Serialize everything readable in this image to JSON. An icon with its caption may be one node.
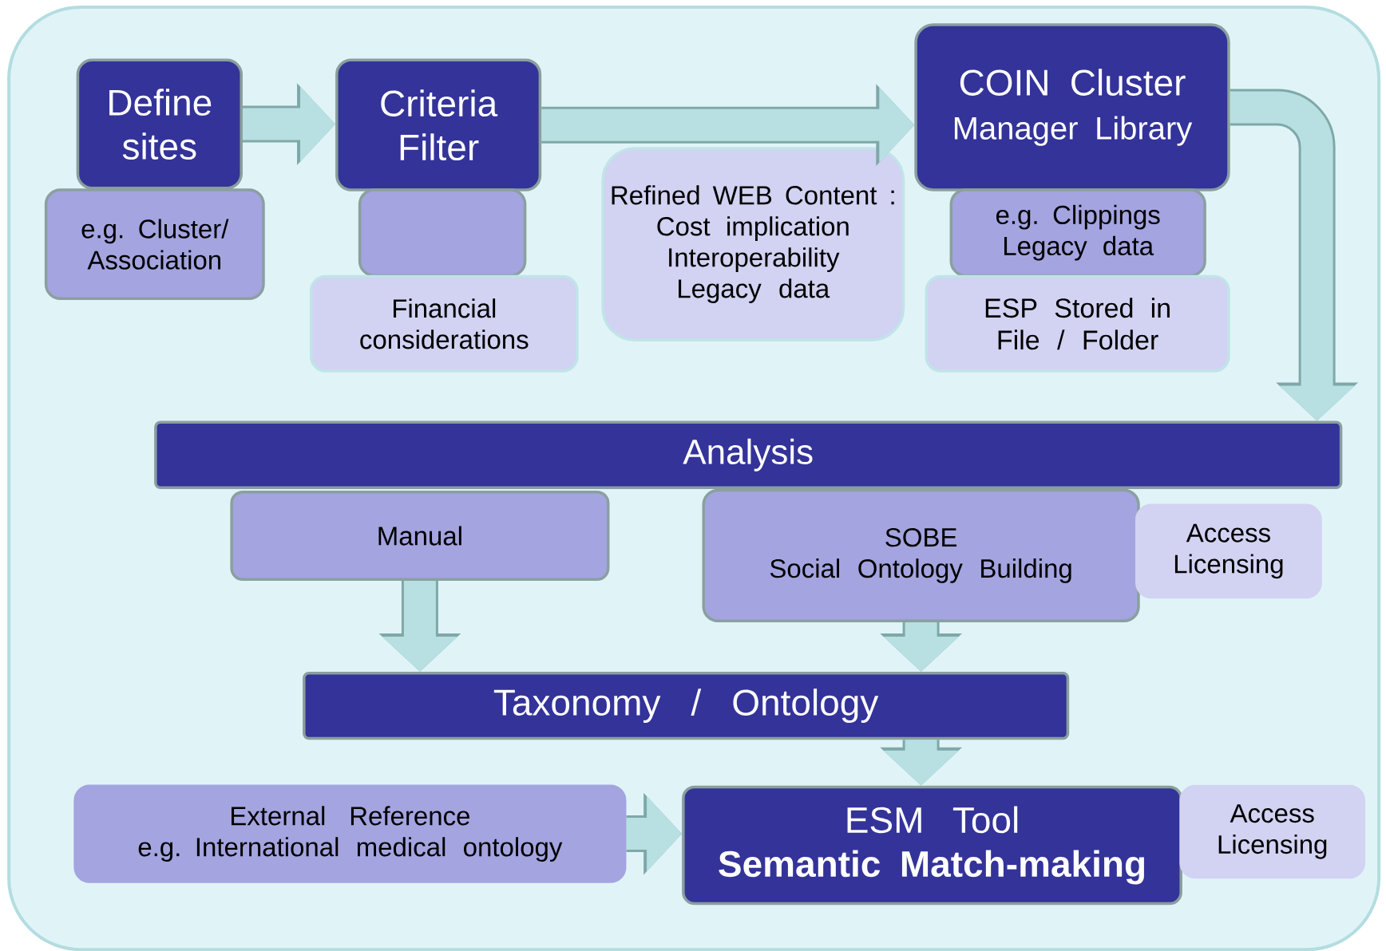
{
  "diagram": {
    "nodes": [
      {
        "text": [
          "Define sites"
        ]
      },
      {
        "text": [
          "e.g. Cluster/ Association"
        ]
      },
      {
        "text": [
          "Criteria Filter"
        ]
      },
      {
        "text": [],
        "shape": "box"
      },
      {
        "text": [
          "Financial considerations"
        ]
      },
      {
        "text": [
          "Refined WEB Content :",
          "Cost implication",
          "Interoperability",
          "Legacy data"
        ]
      },
      {
        "text": [
          "COIN Cluster",
          "Manager Library"
        ]
      },
      {
        "text": [
          "e.g. Clippings",
          "Legacy data"
        ]
      },
      {
        "text": [
          "ESP Stored in File / Folder"
        ]
      },
      {
        "text": [
          "Analysis"
        ]
      },
      {
        "text": [
          "Manual"
        ]
      },
      {
        "text": [
          "SOBE",
          "Social Ontology Building"
        ]
      },
      {
        "text": [
          "Access Licensing"
        ]
      },
      {
        "text": [
          "Taxonomy / Ontology"
        ]
      },
      {
        "text": [
          "External Reference",
          "e.g. International medical ontology"
        ]
      },
      {
        "text": [
          "ESM  Tool",
          "Semantic Match-making"
        ]
      },
      {
        "text": [
          "Access Licensing"
        ]
      }
    ],
    "edges": [
      {
        "from": 0,
        "to": 2,
        "arrow": "to"
      },
      {
        "from": 2,
        "to": 6,
        "arrow": "to"
      },
      {
        "from": 6,
        "to": 9,
        "arrow": "to"
      },
      {
        "from": 10,
        "to": 13,
        "arrow": "to"
      },
      {
        "from": 11,
        "to": 13,
        "arrow": "to"
      },
      {
        "from": 13,
        "to": 15,
        "arrow": "to"
      },
      {
        "from": 14,
        "to": 15,
        "arrow": "to"
      }
    ]
  }
}
